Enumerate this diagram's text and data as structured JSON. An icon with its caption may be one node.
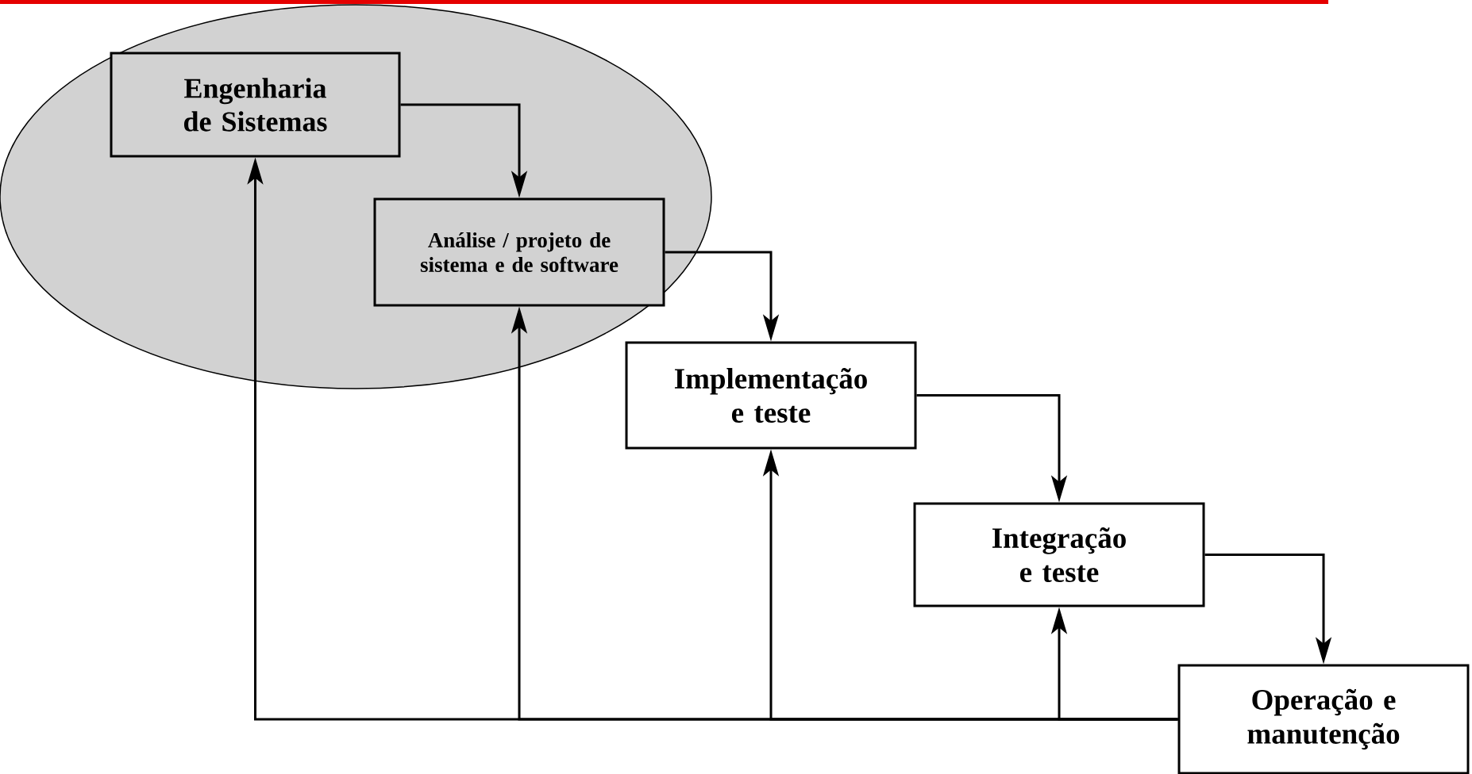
{
  "diagram": {
    "nodes": [
      {
        "text": [],
        "shape": "ellipse"
      },
      {
        "text": [
          "Engenharia de Sistemas"
        ],
        "in": 0
      },
      {
        "text": [
          "Análise / projeto de sistema e de software"
        ],
        "in": 0
      },
      {
        "text": [
          "Implementação e teste"
        ]
      },
      {
        "text": [
          "Integração e teste"
        ]
      },
      {
        "text": [
          "Operação e manutenção"
        ]
      }
    ],
    "edges": [
      {
        "from": 1,
        "to": 2,
        "arrow": "to"
      },
      {
        "from": 2,
        "to": 3,
        "arrow": "to"
      },
      {
        "from": 3,
        "to": 4,
        "arrow": "to"
      },
      {
        "from": 4,
        "to": 5,
        "arrow": "to"
      },
      {
        "from": 5,
        "to": 1,
        "arrow": "to"
      },
      {
        "from": 5,
        "to": 2,
        "arrow": "to"
      },
      {
        "from": 5,
        "to": 3,
        "arrow": "to"
      },
      {
        "from": 5,
        "to": 4,
        "arrow": "to"
      }
    ]
  }
}
